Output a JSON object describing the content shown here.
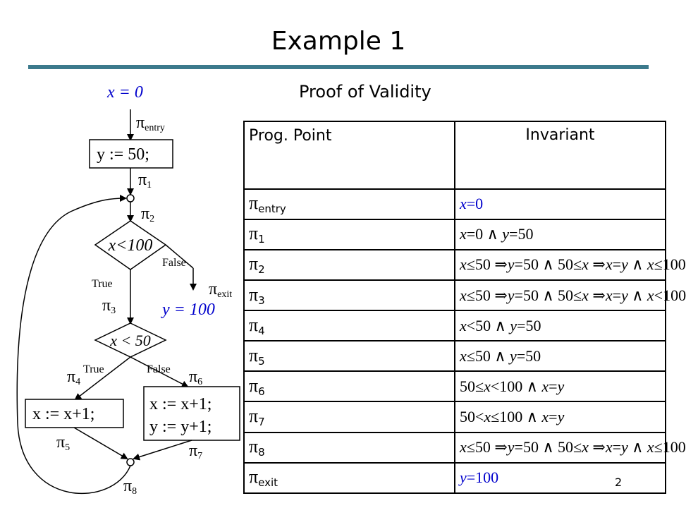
{
  "header": {
    "title": "Example 1",
    "subtitle": "Proof of Validity"
  },
  "flow": {
    "init": "x = 0",
    "assign_y": "y := 50;",
    "cond_loop": "x<100",
    "cond_inner": "x < 50",
    "exit_value": "y = 100",
    "left_assign": "x := x+1;",
    "right_assign_1": "x := x+1;",
    "right_assign_2": "y := y+1;",
    "label_true_1": "True",
    "label_false_1": "False",
    "label_true_2": "True",
    "label_false_2": "False",
    "pi_entry_sub": "entry",
    "pi_1_sub": "1",
    "pi_2_sub": "2",
    "pi_3_sub": "3",
    "pi_4_sub": "4",
    "pi_5_sub": "5",
    "pi_6_sub": "6",
    "pi_7_sub": "7",
    "pi_8_sub": "8",
    "pi_exit_sub": "exit"
  },
  "table": {
    "col_point": "Prog. Point",
    "col_invariant": "Invariant",
    "rows": [
      {
        "sub": "entry",
        "inv": "x=0"
      },
      {
        "sub": "1",
        "inv": "x=0 ∧ y=50"
      },
      {
        "sub": "2",
        "inv": "x≤50 ⇒y=50 ∧ 50≤x ⇒x=y ∧ x≤100"
      },
      {
        "sub": "3",
        "inv": "x≤50 ⇒y=50 ∧ 50≤x ⇒x=y ∧ x<100"
      },
      {
        "sub": "4",
        "inv": "x<50 ∧ y=50"
      },
      {
        "sub": "5",
        "inv": "x≤50 ∧ y=50"
      },
      {
        "sub": "6",
        "inv": "50≤x<100 ∧ x=y"
      },
      {
        "sub": "7",
        "inv": "50<x≤100 ∧ x=y"
      },
      {
        "sub": "8",
        "inv": "x≤50 ⇒y=50 ∧ 50≤x ⇒x=y ∧ x≤100"
      },
      {
        "sub": "exit",
        "inv": "y=100"
      }
    ]
  },
  "pi_symbol": "π",
  "footer": {
    "slide_number": "2"
  },
  "colors": {
    "accent_rule": "#3c7a8c",
    "blue_text": "#0000cc"
  }
}
